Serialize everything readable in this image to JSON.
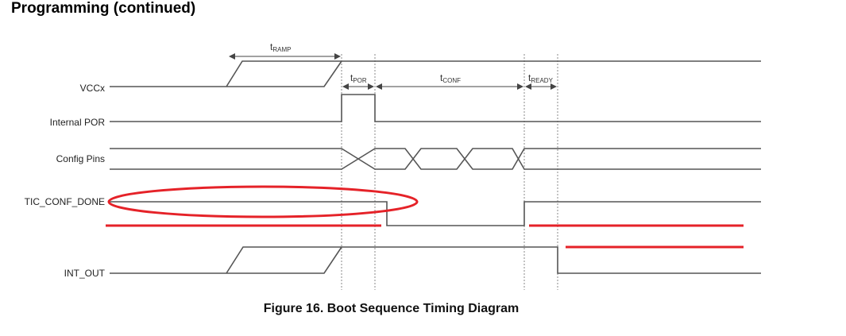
{
  "page_title": "Programming (continued)",
  "caption": "Figure 16.  Boot Sequence Timing Diagram",
  "signals": [
    "VCCx",
    "Internal POR",
    "Config Pins",
    "TIC_CONF_DONE",
    "INT_OUT"
  ],
  "timings": [
    {
      "t": "t",
      "sub": "RAMP"
    },
    {
      "t": "t",
      "sub": "POR"
    },
    {
      "t": "t",
      "sub": "CONF"
    },
    {
      "t": "t",
      "sub": "READY"
    }
  ],
  "annotation_color": "#e52228"
}
